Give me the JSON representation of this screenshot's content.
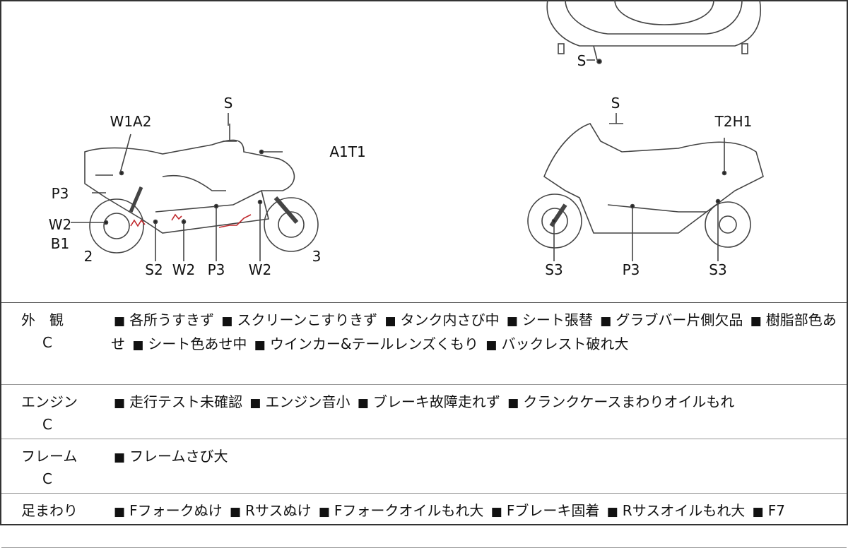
{
  "diagram": {
    "top_view_labels": [
      "S"
    ],
    "left_view_labels": [
      "S",
      "W1A2",
      "A1T1",
      "P3",
      "W2",
      "B1",
      "2",
      "S2",
      "W2",
      "P3",
      "W2",
      "3"
    ],
    "right_view_labels": [
      "S",
      "T2H1",
      "S3",
      "P3",
      "S3"
    ],
    "damage_mark_color": "#c0282c"
  },
  "rows": [
    {
      "category": "外　観",
      "grade": "C",
      "items": [
        "各所うすきず",
        "スクリーンこすりきず",
        "タンク内さび中",
        "シート張替",
        "グラブバー片側欠品",
        "樹脂部色あせ",
        "シート色あせ中",
        "ウインカー&テールレンズくもり",
        "バックレスト破れ大"
      ]
    },
    {
      "category": "エンジン",
      "grade": "C",
      "items": [
        "走行テスト未確認",
        "エンジン音小",
        "ブレーキ故障走れず",
        "クランクケースまわりオイルもれ"
      ]
    },
    {
      "category": "フレーム",
      "grade": "C",
      "items": [
        "フレームさび大"
      ]
    },
    {
      "category": "足まわり",
      "grade": "",
      "items": [
        "Fフォークぬけ",
        "Rサスぬけ",
        "Fフォークオイルもれ大",
        "Fブレーキ固着",
        "Rサスオイルもれ大",
        "F7"
      ]
    }
  ]
}
